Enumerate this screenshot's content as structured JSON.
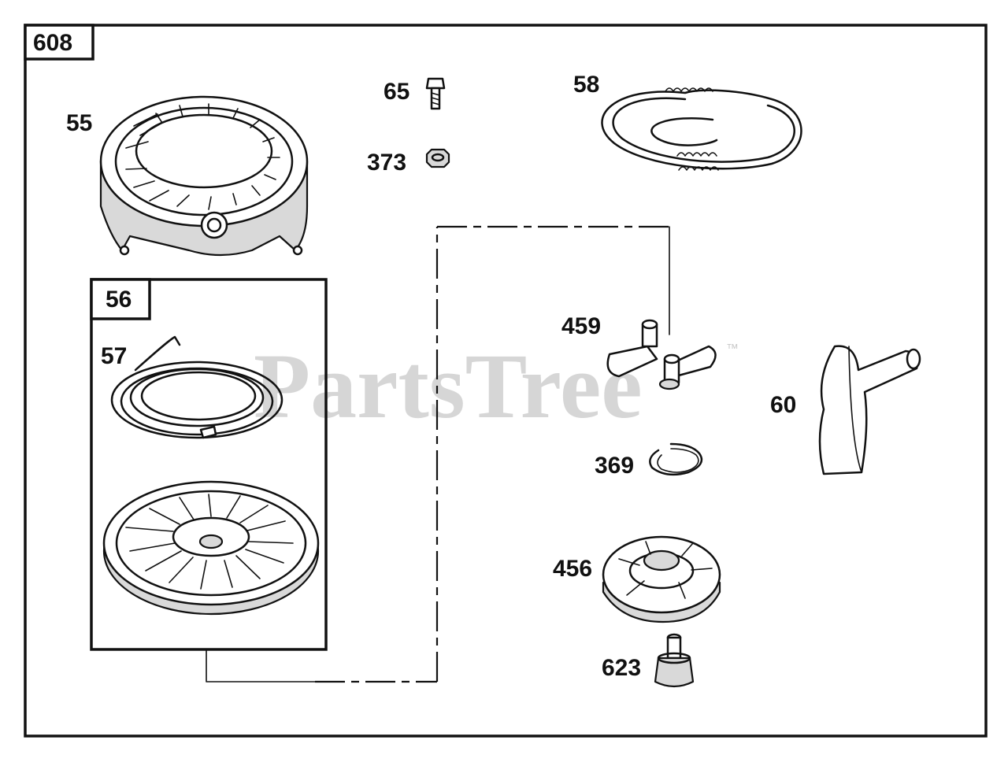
{
  "assembly_number": "608",
  "sub_assembly_number": "56",
  "watermark": {
    "text": "PartsTree",
    "trademark": "™"
  },
  "parts": {
    "p55": "55",
    "p65": "65",
    "p373": "373",
    "p58": "58",
    "p57": "57",
    "p459": "459",
    "p60": "60",
    "p369": "369",
    "p456": "456",
    "p623": "623"
  }
}
